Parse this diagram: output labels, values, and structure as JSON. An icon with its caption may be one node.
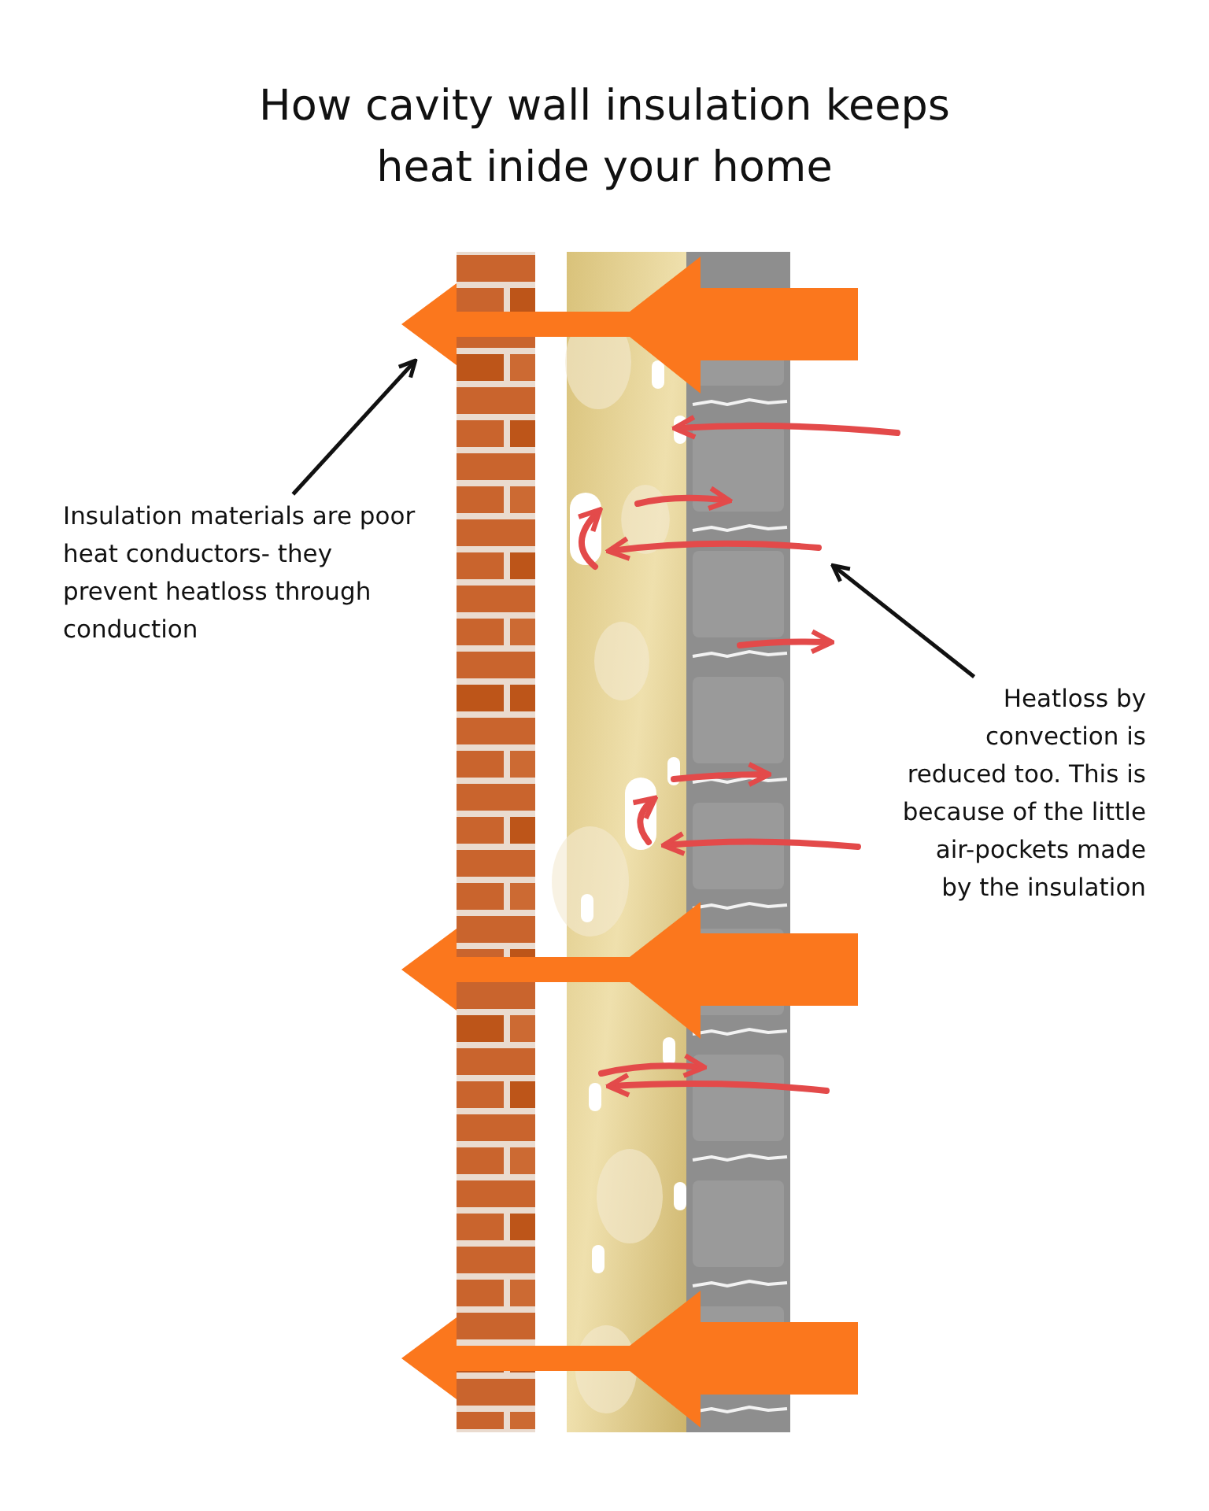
{
  "diagram": {
    "title": "How cavity wall insulation keeps heat inide your home",
    "nodes": [
      {
        "text": [
          "Insulation materials are poor heat conductors- they prevent heatloss through conduction"
        ]
      },
      {
        "text": [
          "Heatloss by convection is reduced too. This is because of the little air-pockets made by the insulation"
        ]
      }
    ],
    "edges": [
      {
        "from": 0,
        "to": null,
        "arrow": "to"
      },
      {
        "from": 1,
        "to": null,
        "arrow": "to"
      }
    ]
  }
}
